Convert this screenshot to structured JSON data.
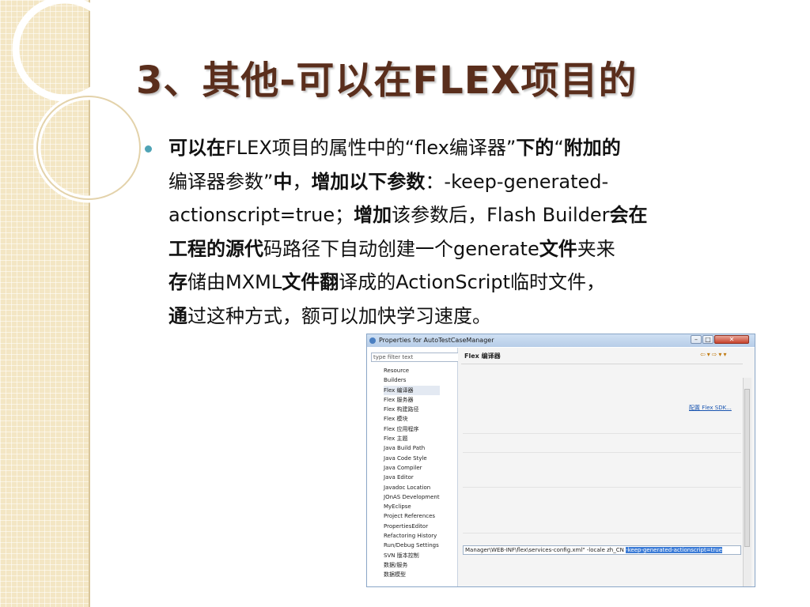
{
  "slide": {
    "title": "3、其他-可以在FLEX项目的",
    "body": {
      "l1a": "可以在",
      "l1b": "FLEX",
      "l1c": "项目的属性中的“flex编译器”",
      "l1d": "下的",
      "l1e": "“",
      "l1f": "附加的",
      "l2a": "编译器参数”",
      "l2b": "中",
      "l2c": "，",
      "l2d": "增加以下参数",
      "l2e": "：-keep-generated-",
      "l3a": "actionscript=true；",
      "l3b": "增加",
      "l3c": "该参数后，Flash Builder",
      "l3d": "会在",
      "l4a": "工程的源代",
      "l4b": "码路径下自动创建一个generate",
      "l4c": "文件",
      "l4d": "夹来",
      "l5a": "存",
      "l5b": "储由MXML",
      "l5c": "文件翻",
      "l5d": "译成的ActionScript临时文件，",
      "l6a": "通",
      "l6b": "过这种方式，额可以加快学习速度。"
    }
  },
  "dialog": {
    "title": "Properties for AutoTestCaseManager",
    "min": "–",
    "max": "□",
    "close": "✕",
    "filter_placeholder": "type filter text",
    "tree_items": [
      "Resource",
      "Builders",
      "Flex 编译器",
      "Flex 服务器",
      "Flex 构建路径",
      "Flex 模块",
      "Flex 应用程序",
      "Flex 主题",
      "Java Build Path",
      "Java Code Style",
      "Java Compiler",
      "Java Editor",
      "Javadoc Location",
      "JOnAS Development",
      "MyEclipse",
      "Project References",
      "PropertiesEditor",
      "Refactoring History",
      "Run/Debug Settings",
      "SVN 版本控制",
      "数据/服务",
      "数据模型"
    ],
    "page_title": "Flex 编译器",
    "nav_arrows": "⇦▾⇨▾▾",
    "sdk_link": "配置 Flex SDK...",
    "args_text": "Manager\\WEB-INF\\flex\\services-config.xml\" -locale zh_CN ",
    "args_highlight": "-keep-generated-actionscript=true"
  }
}
